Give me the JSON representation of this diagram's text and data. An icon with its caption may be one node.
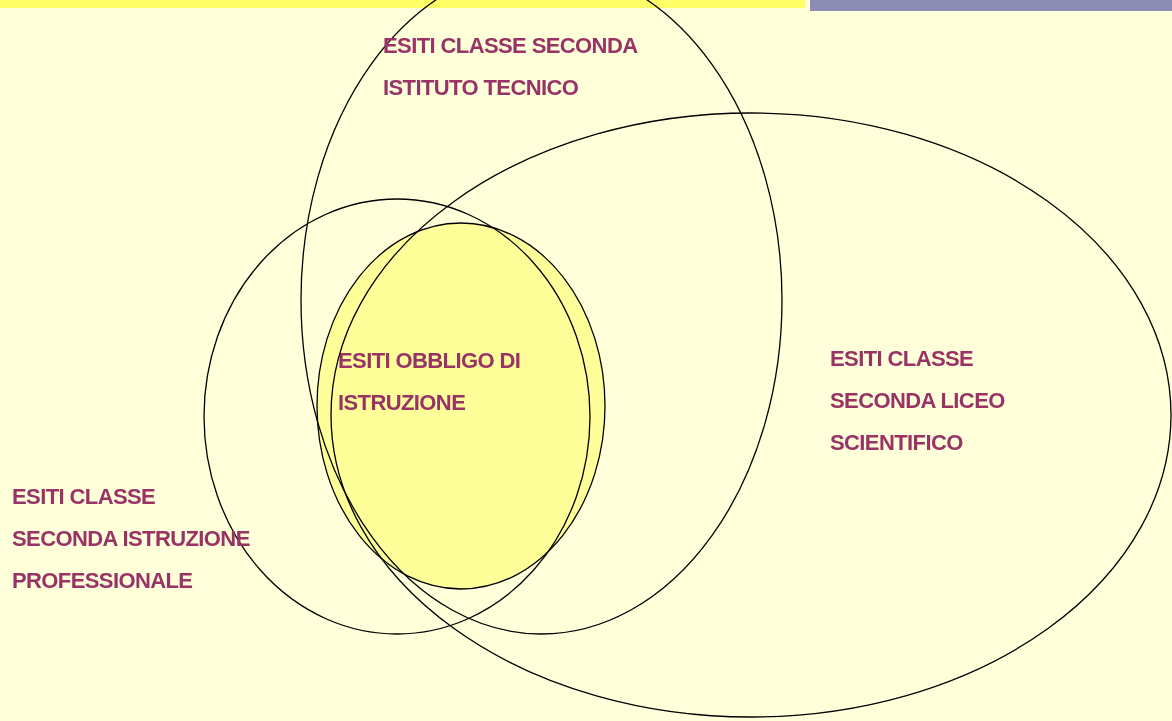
{
  "diagram": {
    "nodes": [
      {
        "text": [
          "ESITI CLASSE SECONDA ISTITUTO TECNICO"
        ]
      },
      {
        "text": [
          "ESITI CLASSE SECONDA LICEO SCIENTIFICO"
        ]
      },
      {
        "text": [
          "ESITI CLASSE SECONDA ISTRUZIONE PROFESSIONALE"
        ]
      },
      {
        "text": [
          "ESITI OBBLIGO DI ISTRUZIONE"
        ]
      }
    ],
    "edges": []
  }
}
